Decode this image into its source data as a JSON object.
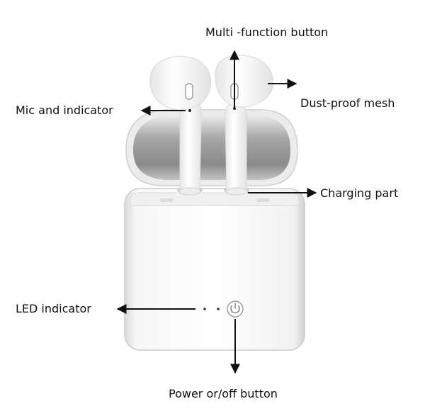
{
  "labels": {
    "multi_function_button": "Multi -function button",
    "dust_proof_mesh": "Dust-proof mesh",
    "mic_and_indicator": "Mic and indicator",
    "charging_part": "Charging part",
    "led_indicator": "LED indicator",
    "power_button": "Power or/off button"
  },
  "colors": {
    "case_body": "#f4f4f4",
    "case_edge": "#d2d2d2",
    "lid_inner": "#8c8c8c",
    "earbud": "#fbfbfb",
    "arrow": "#111111",
    "background": "#ffffff"
  },
  "icons": {
    "power": "power-icon"
  }
}
